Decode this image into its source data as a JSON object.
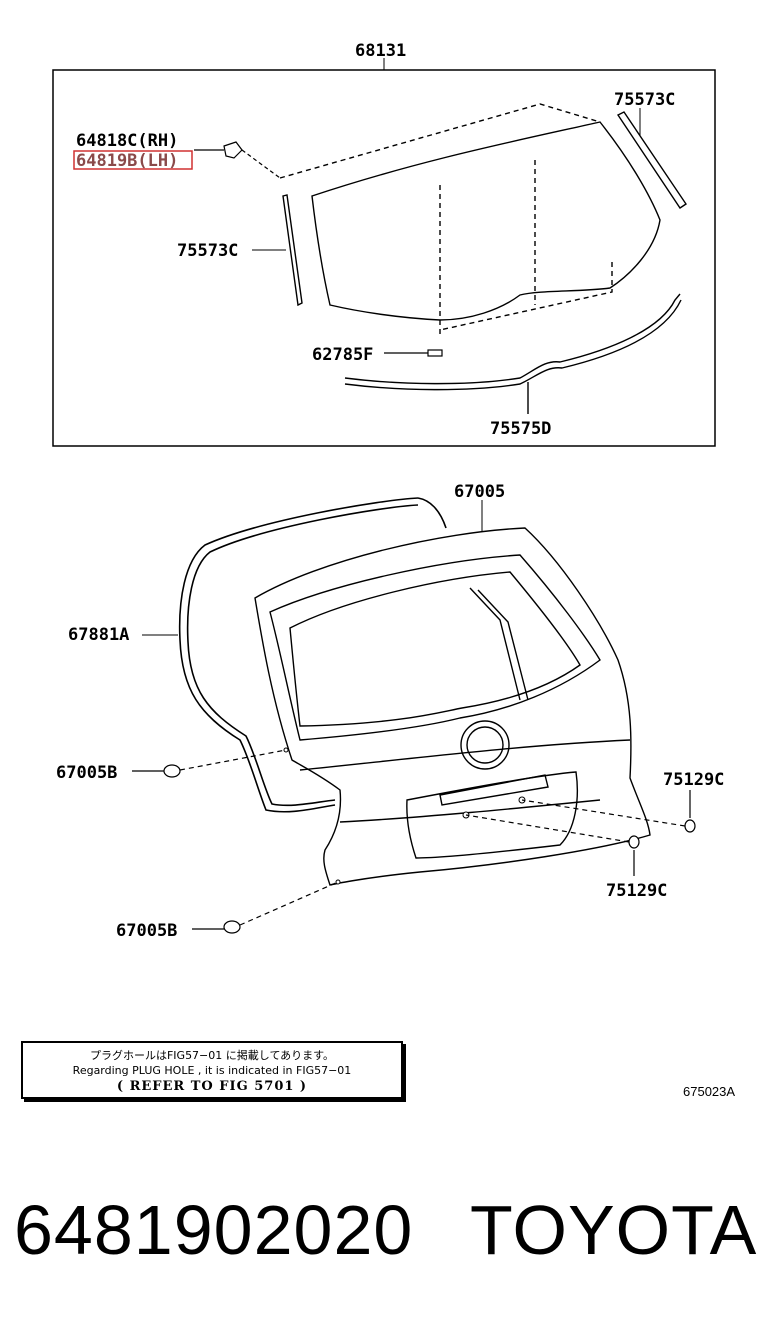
{
  "callouts": {
    "glass_assembly": "68131",
    "clip_rh": "64818C(RH)",
    "clip_lh": "64819B(LH)",
    "molding_right": "75573C",
    "molding_left": "75573C",
    "spacer": "62785F",
    "molding_lower": "75575D",
    "back_door_panel": "67005",
    "weatherstrip": "67881A",
    "bumper_left_upper": "67005B",
    "bumper_left_lower": "67005B",
    "plug_right": "75129C",
    "plug_lower": "75129C"
  },
  "highlight": {
    "target_label": "64819B(LH)",
    "color": "#d03030"
  },
  "note": {
    "line1": "プラグホールはFIG57−01 に掲載してあります。",
    "line2": "Regarding PLUG HOLE , it is indicated in FIG57−01",
    "line3": "( REFER TO FIG 5701 )"
  },
  "figure_code": "675023A",
  "footer": {
    "part_number": "6481902020",
    "brand": "TOYOTA"
  }
}
